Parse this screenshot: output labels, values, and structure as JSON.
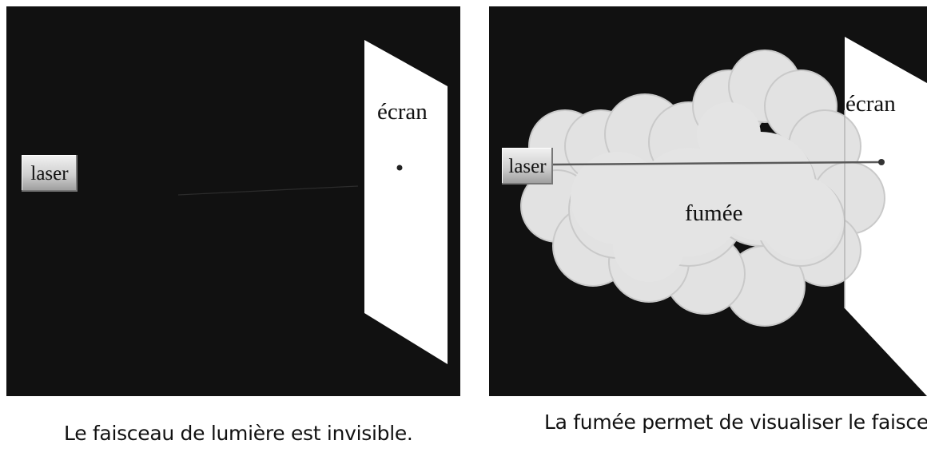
{
  "left_panel": {
    "laser_label": "laser",
    "screen_label": "écran",
    "caption": "Le faisceau de lumière est invisible."
  },
  "right_panel": {
    "laser_label": "laser",
    "screen_label": "écran",
    "smoke_label": "fumée",
    "caption": "La fumée permet de visualiser le faisceau."
  },
  "colors": {
    "background": "#111111",
    "screen": "#ffffff",
    "smoke": "#e4e4e4",
    "beam": "#5a5a5a"
  }
}
